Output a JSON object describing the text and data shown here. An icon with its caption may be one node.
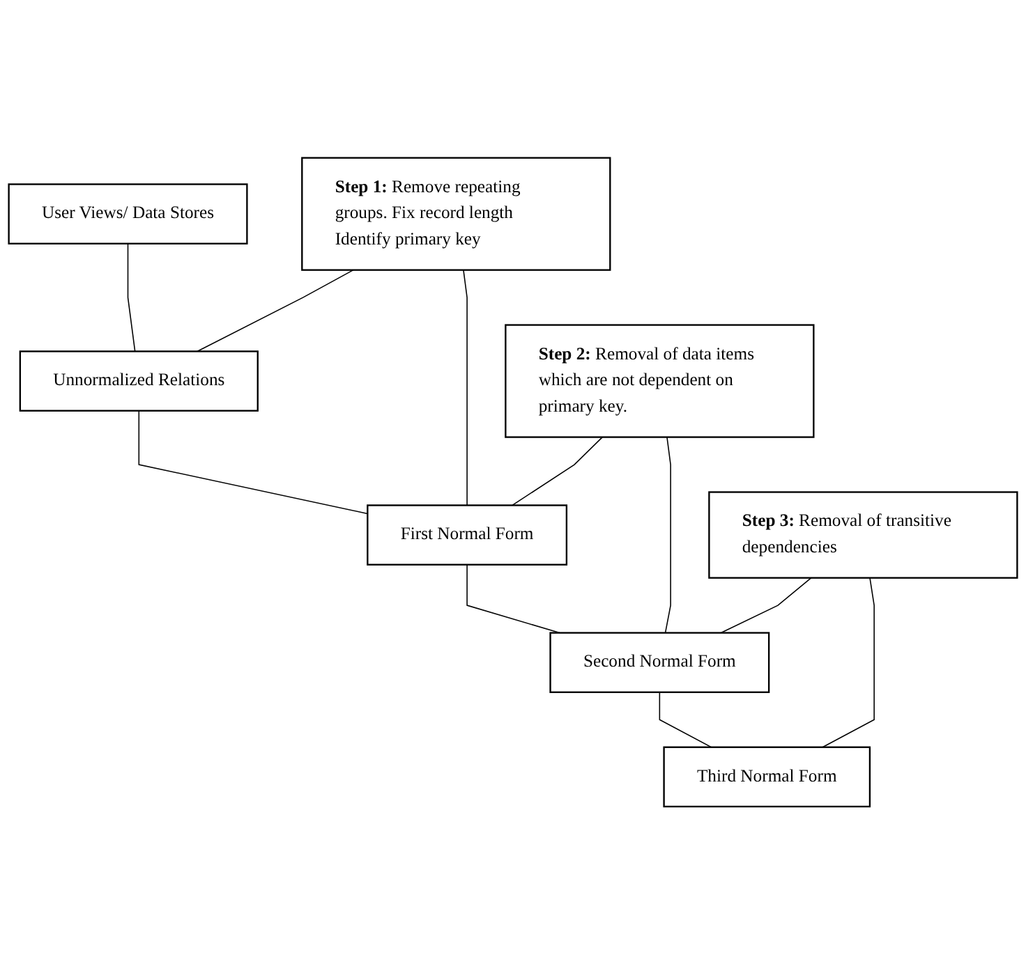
{
  "diagram": {
    "nodes": [
      {
        "text": [
          "User Views/ Data Stores"
        ]
      },
      {
        "text": [
          "Unnormalized Relations"
        ]
      },
      {
        "text": [
          "First Normal Form"
        ]
      },
      {
        "text": [
          "Second Normal Form"
        ]
      },
      {
        "text": [
          "Third Normal Form"
        ]
      },
      {
        "text": [
          "**Step 1:** Remove repeating groups. Fix record length Identify primary key"
        ]
      },
      {
        "text": [
          "**Step 2:** Removal of data items which are not dependent on primary key."
        ]
      },
      {
        "text": [
          "**Step 3:** Removal of transitive dependencies"
        ]
      }
    ],
    "edges": [
      {
        "from": 0,
        "to": 1,
        "arrow": "none"
      },
      {
        "from": 1,
        "to": 2,
        "arrow": "none"
      },
      {
        "from": 5,
        "to": 1,
        "arrow": "none"
      },
      {
        "from": 5,
        "to": 2,
        "arrow": "none"
      },
      {
        "from": 2,
        "to": 3,
        "arrow": "none"
      },
      {
        "from": 6,
        "to": 2,
        "arrow": "none"
      },
      {
        "from": 6,
        "to": 3,
        "arrow": "none"
      },
      {
        "from": 3,
        "to": 4,
        "arrow": "none"
      },
      {
        "from": 7,
        "to": 3,
        "arrow": "none"
      },
      {
        "from": 7,
        "to": 4,
        "arrow": "none"
      }
    ]
  }
}
